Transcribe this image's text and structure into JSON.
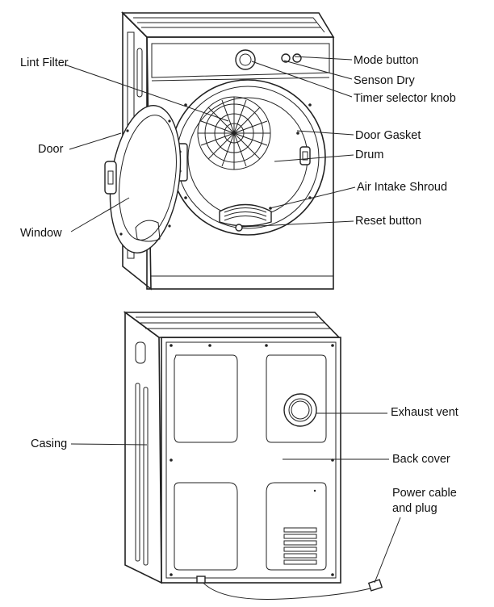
{
  "front_view": {
    "labels": {
      "lint_filter": "Lint Filter",
      "door": "Door",
      "window": "Window",
      "mode_button": "Mode button",
      "sensor_dry": "Senson Dry",
      "timer_knob": "Timer selector knob",
      "door_gasket": "Door Gasket",
      "drum": "Drum",
      "air_intake": "Air Intake Shroud",
      "reset_button": "Reset button"
    }
  },
  "back_view": {
    "labels": {
      "exhaust_vent": "Exhaust vent",
      "casing": "Casing",
      "back_cover": "Back cover",
      "power_cable_line1": "Power cable",
      "power_cable_line2": "and plug"
    }
  }
}
